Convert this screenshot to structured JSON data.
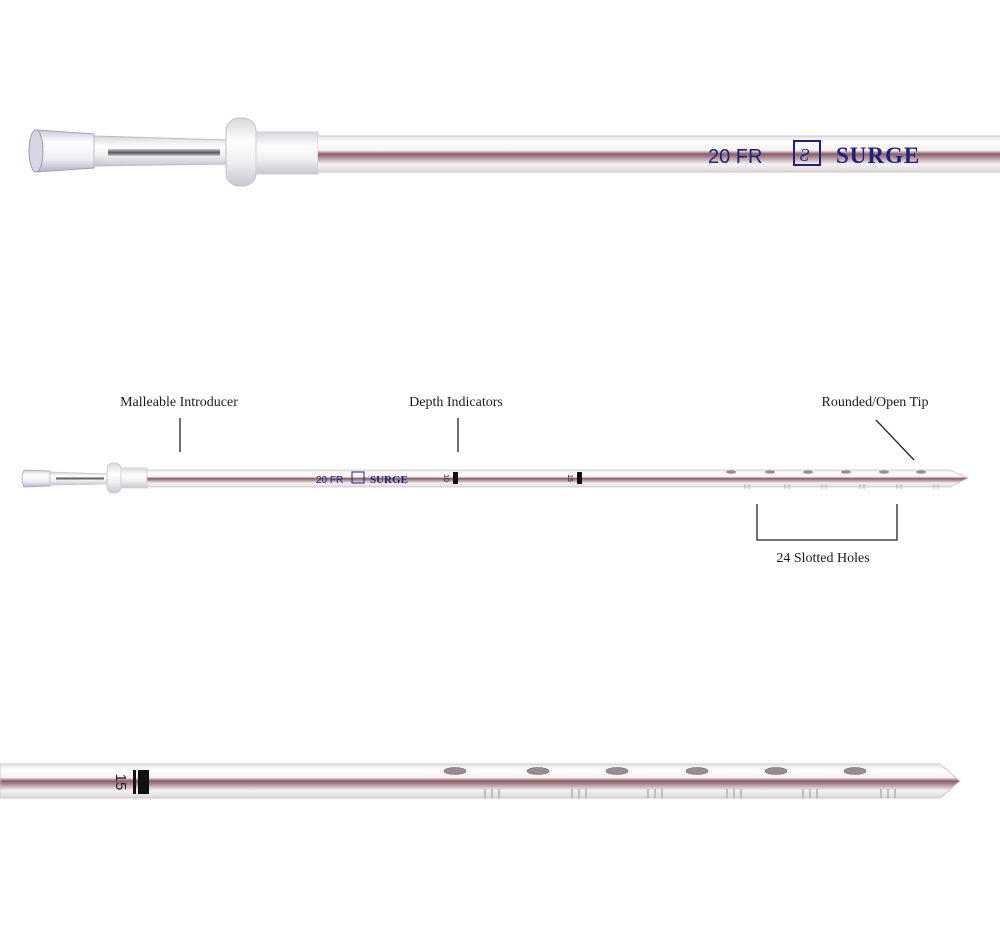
{
  "brand": {
    "size_label": "20 FR",
    "brand_name": "SURGE",
    "logo_glyph": "Ƨ",
    "ink_color": "#1c2280"
  },
  "depth_markers": [
    "10",
    "15"
  ],
  "callouts": {
    "introducer": "Malleable Introducer",
    "depth": "Depth Indicators",
    "tip": "Rounded/Open Tip",
    "holes": "24 Slotted Holes"
  },
  "colors": {
    "tube_stripe": "#8a5a64",
    "tube_body": "#f3f0f1",
    "connector": "#e9e6ee"
  }
}
